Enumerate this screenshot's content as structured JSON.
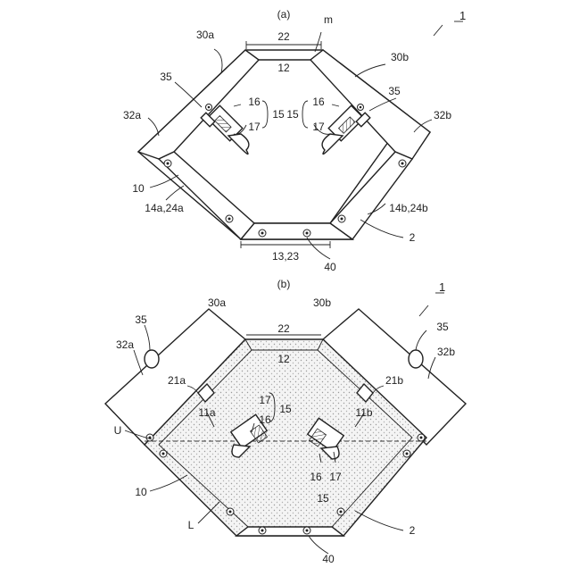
{
  "figure_a": {
    "caption": "(a)",
    "labels": {
      "ref1": "1",
      "m": "m",
      "l22": "22",
      "l12": "12",
      "l30a": "30a",
      "l30b": "30b",
      "l35a": "35",
      "l35b": "35",
      "l16a": "16",
      "l16b": "16",
      "l15a": "15",
      "l15b": "15",
      "l17a": "17",
      "l17b": "17",
      "l32a": "32a",
      "l32b": "32b",
      "l10": "10",
      "l14a": "14a,24a",
      "l14b": "14b,24b",
      "l2": "2",
      "l13": "13,23",
      "l40": "40"
    }
  },
  "figure_b": {
    "caption": "(b)",
    "labels": {
      "ref1": "1",
      "l30a": "30a",
      "l30b": "30b",
      "l22": "22",
      "l12": "12",
      "l35a": "35",
      "l35b": "35",
      "l32a": "32a",
      "l32b": "32b",
      "l21a": "21a",
      "l21b": "21b",
      "l11a": "11a",
      "l11b": "11b",
      "l17a": "17",
      "l16a": "16",
      "l15a": "15",
      "l16b": "16",
      "l17b": "17",
      "l15b": "15",
      "lU": "U",
      "l10": "10",
      "lL": "L",
      "l2": "2",
      "l40": "40"
    }
  }
}
